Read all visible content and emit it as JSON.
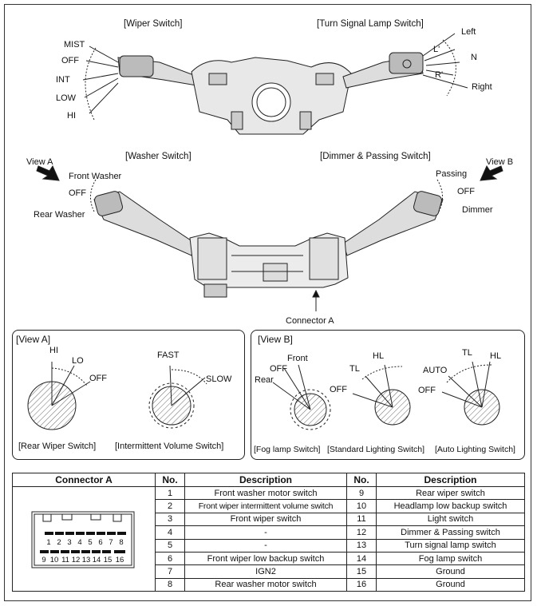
{
  "sections": {
    "wiper_switch": "[Wiper Switch]",
    "turn_signal_switch": "[Turn Signal Lamp Switch]",
    "washer_switch": "[Washer Switch]",
    "dimmer_passing_switch": "[Dimmer & Passing Switch]"
  },
  "wiper_positions": [
    "MIST",
    "OFF",
    "INT",
    "LOW",
    "HI"
  ],
  "turn_positions": {
    "left": "Left",
    "l_prime": "L'",
    "n": "N",
    "r_prime": "R'",
    "right": "Right"
  },
  "washer_positions": {
    "front": "Front Washer",
    "off": "OFF",
    "rear": "Rear Washer"
  },
  "dimmer_positions": {
    "passing": "Passing",
    "off": "OFF",
    "dimmer": "Dimmer"
  },
  "views": {
    "view_a": "View A",
    "view_b": "View B"
  },
  "connector_a_label": "Connector A",
  "panel_a": {
    "title": "[View A]",
    "rear_wiper": {
      "hi": "HI",
      "lo": "LO",
      "off": "OFF",
      "caption": "[Rear Wiper Switch]"
    },
    "intermittent": {
      "fast": "FAST",
      "slow": "SLOW",
      "caption": "[Intermittent Volume Switch]"
    }
  },
  "panel_b": {
    "title": "[View B]",
    "fog": {
      "off": "OFF",
      "front": "Front",
      "rear": "Rear",
      "caption": "[Fog lamp Switch]"
    },
    "standard": {
      "tl": "TL",
      "hl": "HL",
      "off": "OFF",
      "caption": "[Standard Lighting Switch]"
    },
    "auto": {
      "auto": "AUTO",
      "tl": "TL",
      "hl": "HL",
      "off": "OFF",
      "caption": "[Auto Lighting Switch]"
    }
  },
  "table": {
    "headers": {
      "connector": "Connector A",
      "no": "No.",
      "desc": "Description"
    },
    "pins_top": [
      "1",
      "2",
      "3",
      "4",
      "5",
      "6",
      "7",
      "8"
    ],
    "pins_bottom": [
      "9",
      "10",
      "11",
      "12",
      "13",
      "14",
      "15",
      "16"
    ],
    "left_rows": [
      {
        "no": "1",
        "desc": "Front washer motor switch"
      },
      {
        "no": "2",
        "desc": "Front wiper intermittent volume switch"
      },
      {
        "no": "3",
        "desc": "Front wiper switch"
      },
      {
        "no": "4",
        "desc": "-"
      },
      {
        "no": "5",
        "desc": "-"
      },
      {
        "no": "6",
        "desc": "Front wiper low backup switch"
      },
      {
        "no": "7",
        "desc": "IGN2"
      },
      {
        "no": "8",
        "desc": "Rear washer motor switch"
      }
    ],
    "right_rows": [
      {
        "no": "9",
        "desc": "Rear wiper switch"
      },
      {
        "no": "10",
        "desc": "Headlamp low backup switch"
      },
      {
        "no": "11",
        "desc": "Light switch"
      },
      {
        "no": "12",
        "desc": "Dimmer & Passing switch"
      },
      {
        "no": "13",
        "desc": "Turn signal lamp switch"
      },
      {
        "no": "14",
        "desc": "Fog lamp switch"
      },
      {
        "no": "15",
        "desc": "Ground"
      },
      {
        "no": "16",
        "desc": "Ground"
      }
    ]
  }
}
